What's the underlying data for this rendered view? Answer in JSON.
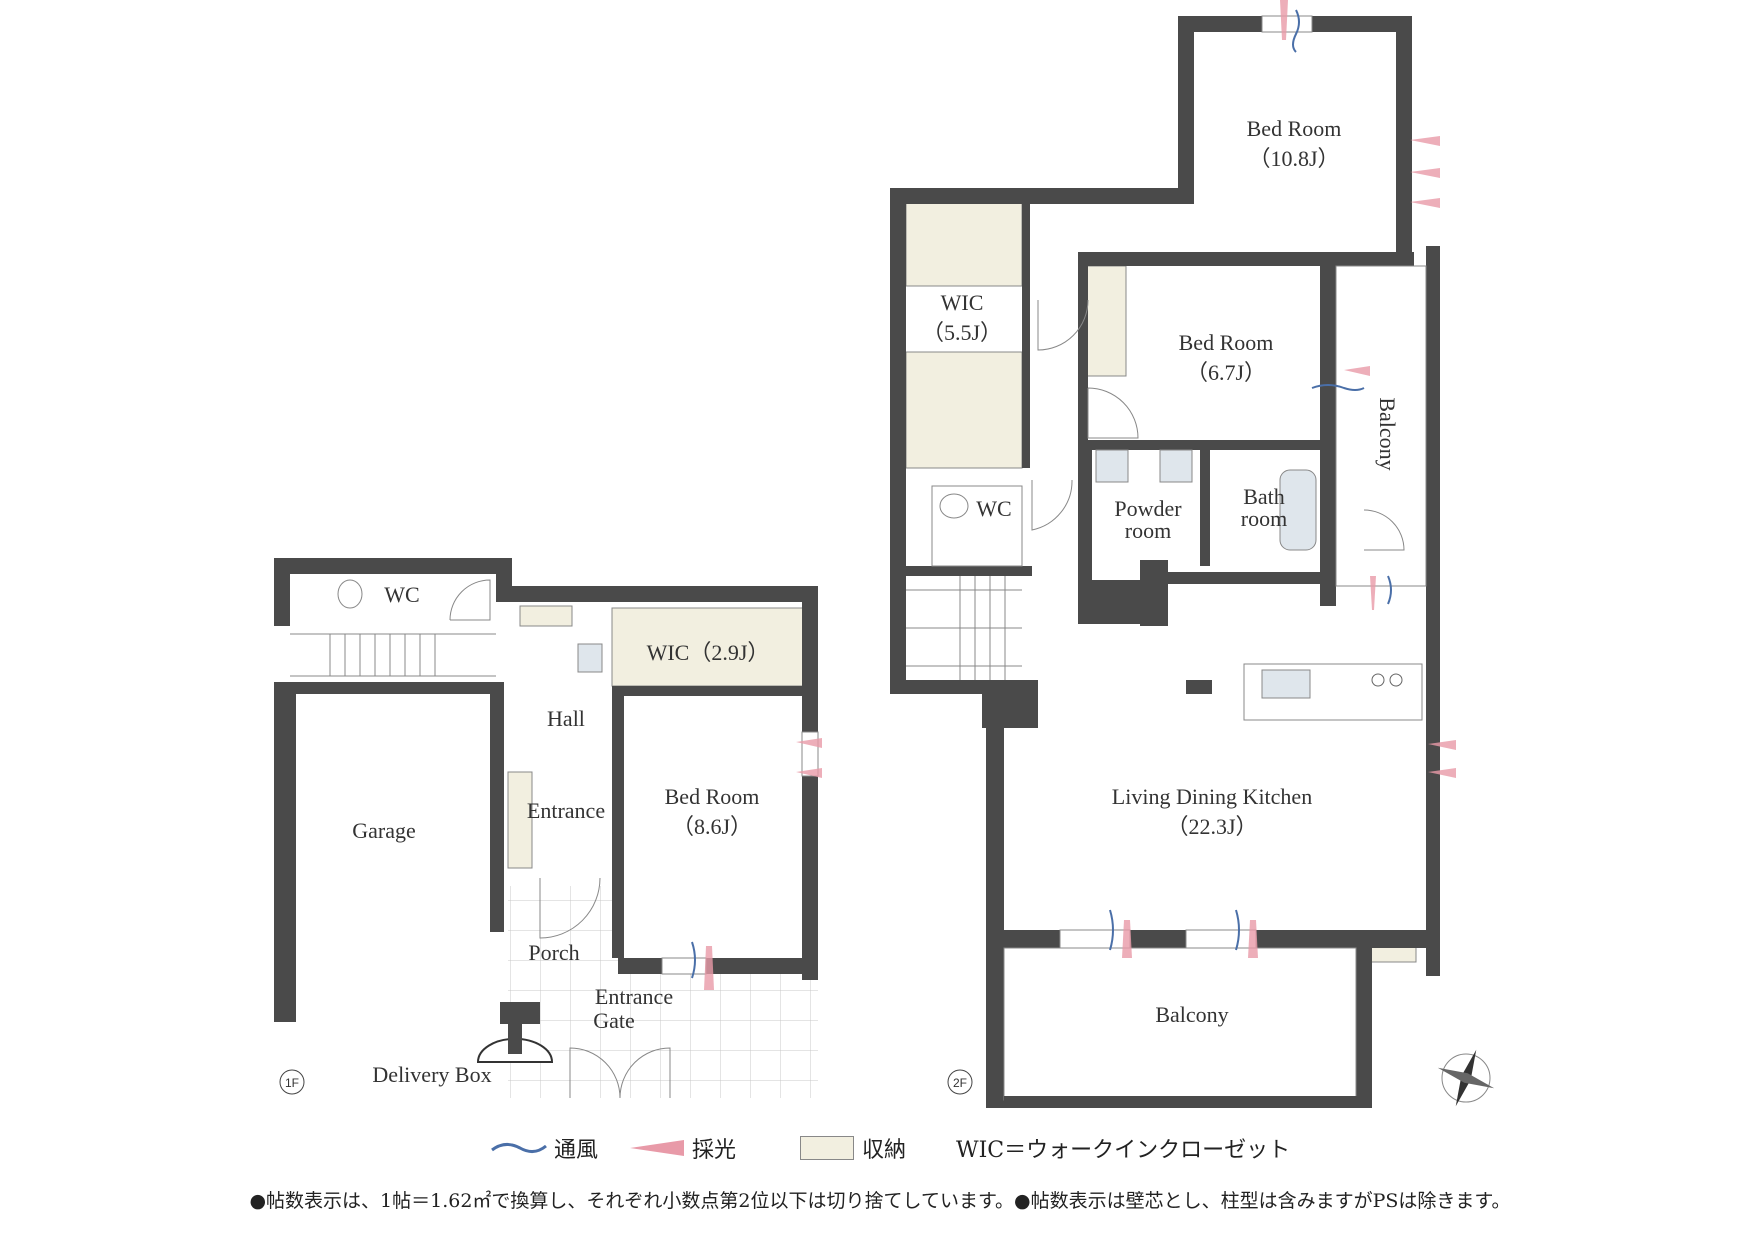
{
  "floor1": {
    "floor_badge": "1F",
    "rooms": {
      "wc": "WC",
      "wic": "WIC（2.9J）",
      "hall": "Hall",
      "garage": "Garage",
      "entrance": "Entrance",
      "bedroom_name": "Bed Room",
      "bedroom_size": "（8.6J）",
      "porch": "Porch",
      "gate_line1": "Entrance",
      "gate_line2": "Gate",
      "delivery_box": "Delivery Box"
    }
  },
  "floor2": {
    "floor_badge": "2F",
    "rooms": {
      "bed1_name": "Bed Room",
      "bed1_size": "（10.8J）",
      "wic_name": "WIC",
      "wic_size": "（5.5J）",
      "bed2_name": "Bed Room",
      "bed2_size": "（6.7J）",
      "balcony_side": "Balcony",
      "wc": "WC",
      "powder_line1": "Powder",
      "powder_line2": "room",
      "bath_line1": "Bath",
      "bath_line2": "room",
      "ldk_name": "Living Dining Kitchen",
      "ldk_size": "（22.3J）",
      "balcony_bottom": "Balcony"
    }
  },
  "legend": {
    "ventilation": "通風",
    "daylight": "採光",
    "storage": "収納",
    "wic_definition": "WIC＝ウォークインクローゼット"
  },
  "footnote": "●帖数表示は、1帖＝1.62㎡で換算し、それぞれ小数点第2位以下は切り捨てしています。●帖数表示は壁芯とし、柱型は含みますがPSは除きます。",
  "colors": {
    "wall": "#4a4a4a",
    "storage": "#f2efe0",
    "ventilation": "#4a6fa8",
    "daylight": "#e89aa8",
    "line": "#888888"
  },
  "icons": {
    "compass": "compass-rose-icon",
    "ventilation": "wave-icon",
    "daylight": "light-beam-icon"
  }
}
